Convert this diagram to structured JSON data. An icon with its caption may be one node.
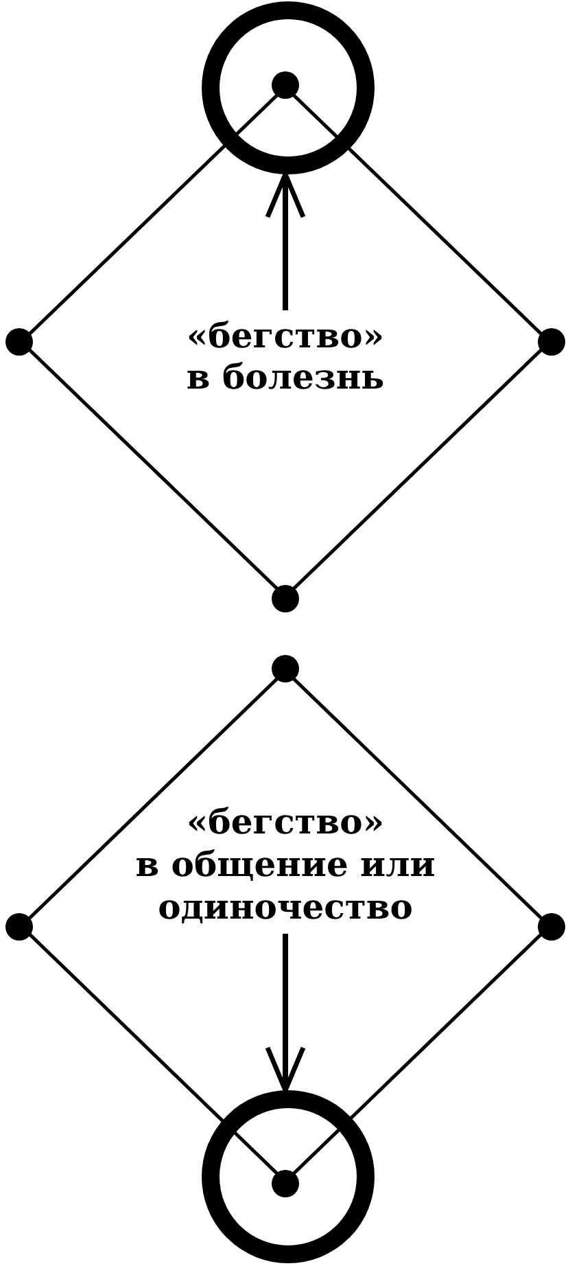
{
  "diagram": {
    "nodes": [
      {
        "text": [],
        "shape": "circle"
      },
      {
        "text": [],
        "shape": "diamond"
      },
      {
        "text": [
          "«бегство» в болезнь"
        ],
        "in": 1
      },
      {
        "text": [],
        "shape": "diamond"
      },
      {
        "text": [
          "«бегство» в общение или одиночество"
        ],
        "in": 3
      },
      {
        "text": [],
        "shape": "circle"
      }
    ],
    "edges": [
      {
        "from": 2,
        "to": 0,
        "arrow": "to"
      },
      {
        "from": 4,
        "to": 5,
        "arrow": "to"
      }
    ]
  }
}
